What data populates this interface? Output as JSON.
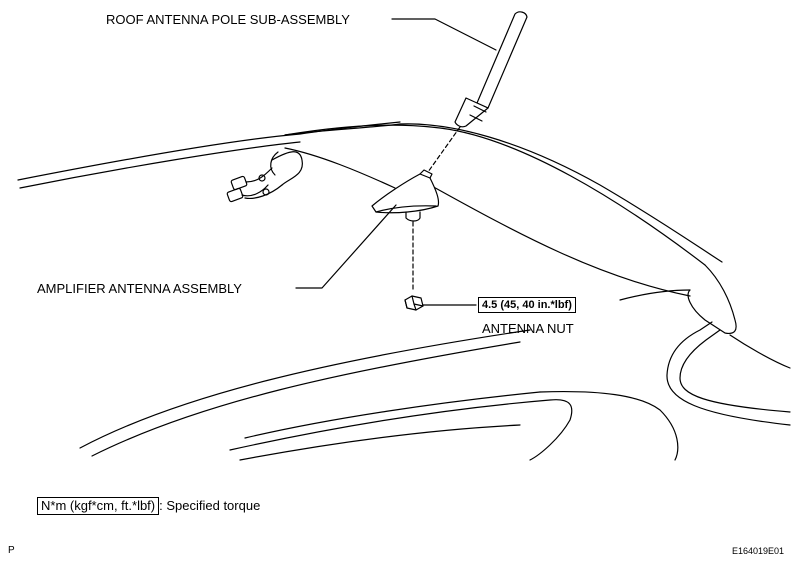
{
  "labels": {
    "roof_antenna_pole": "ROOF ANTENNA POLE SUB-ASSEMBLY",
    "amplifier_antenna": "AMPLIFIER ANTENNA ASSEMBLY",
    "antenna_nut": "ANTENNA NUT",
    "torque_value": "4.5 (45, 40 in.*lbf)"
  },
  "legend": {
    "unit_box": "N*m (kgf*cm, ft.*lbf)",
    "description": ": Specified torque"
  },
  "footer": {
    "left_mark": "P",
    "figure_id": "E164019E01"
  }
}
